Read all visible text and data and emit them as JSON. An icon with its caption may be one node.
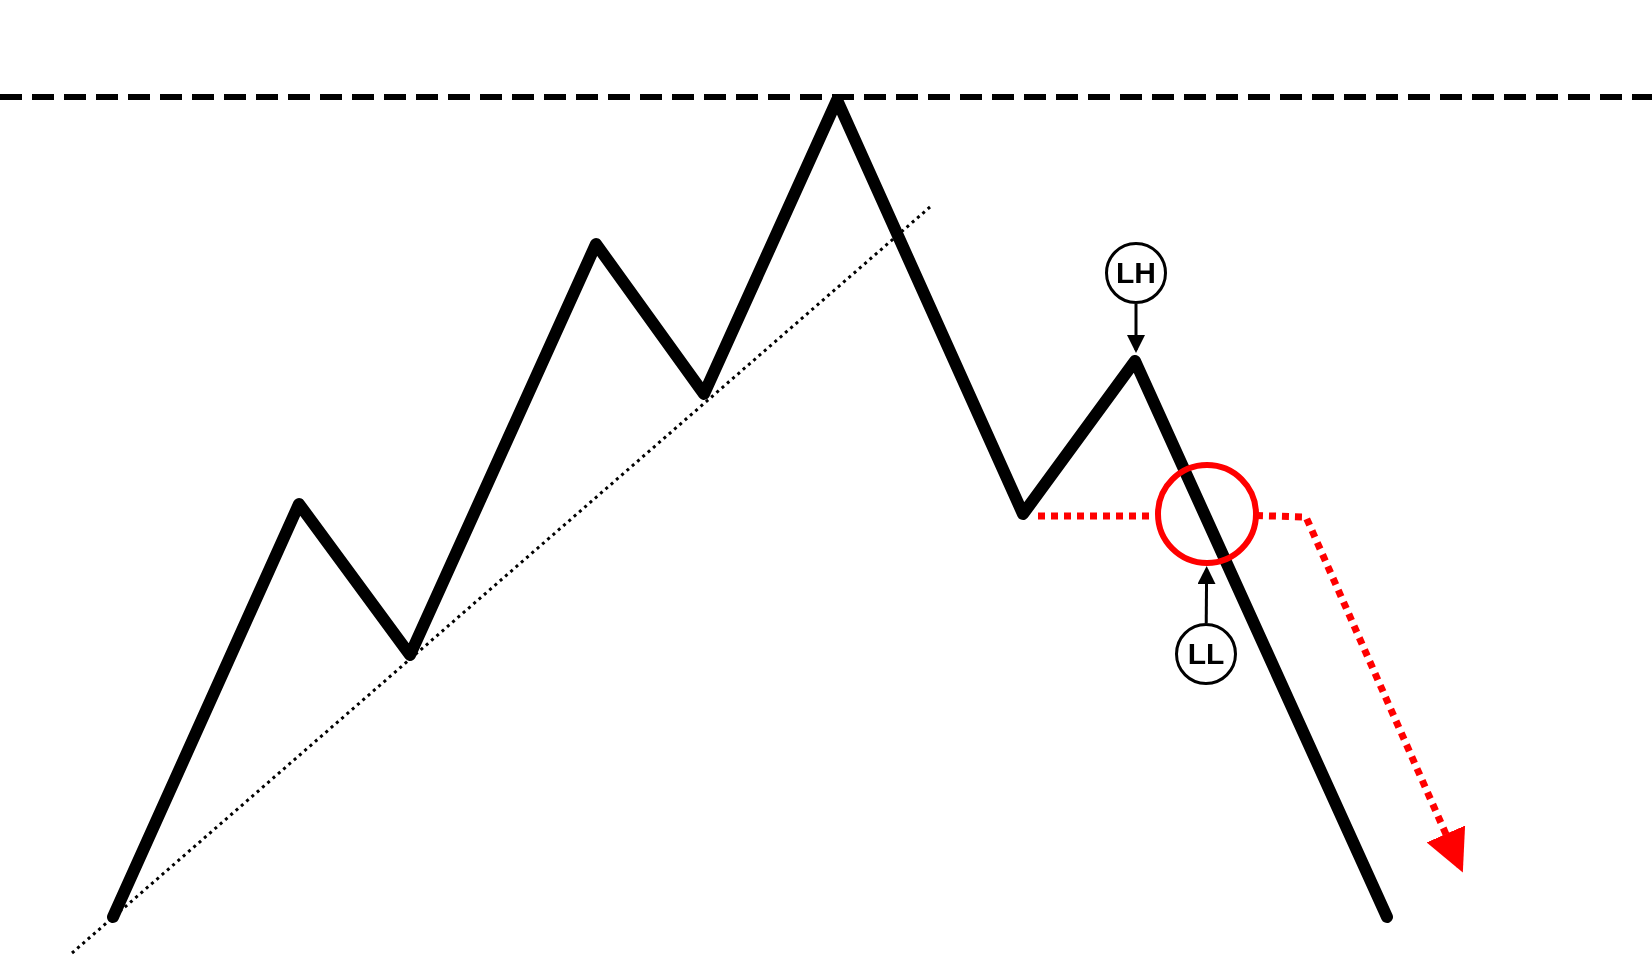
{
  "diagram": {
    "nodes": [
      {
        "text": [
          "LH"
        ]
      },
      {
        "text": [
          "LL"
        ]
      },
      {
        "text": [],
        "shape": "circle"
      }
    ],
    "edges": [
      {
        "from": 0,
        "to": null,
        "arrow": "to"
      },
      {
        "from": 1,
        "to": 2,
        "arrow": "to"
      },
      {
        "from": 2,
        "to": null,
        "arrow": "to",
        "style": "dashed",
        "color": "#ff0000"
      }
    ]
  }
}
